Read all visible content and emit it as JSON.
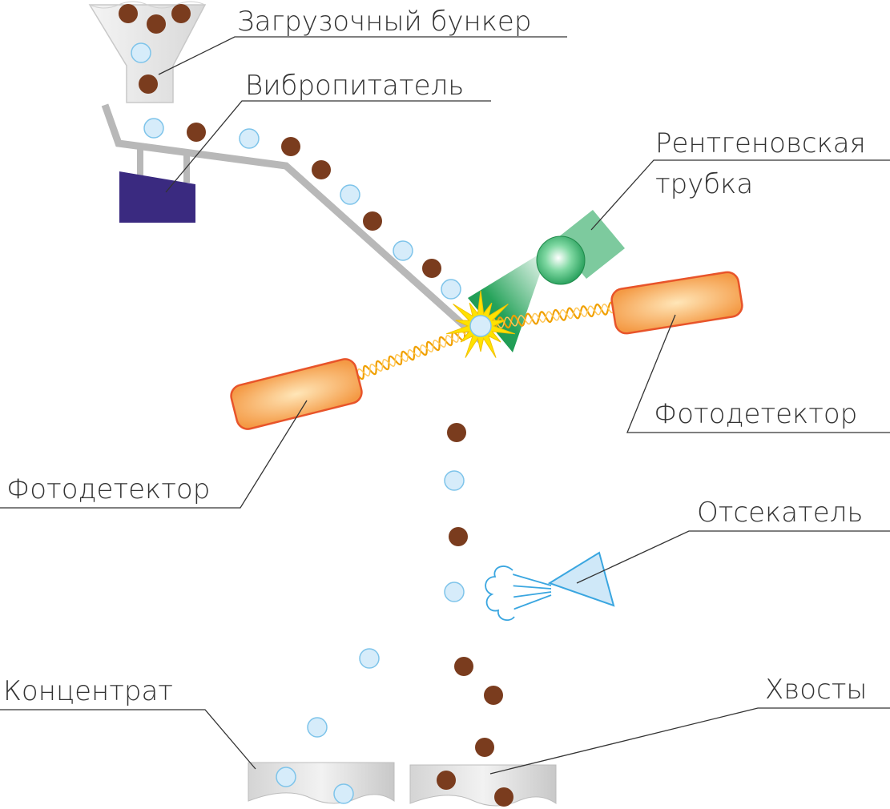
{
  "labels": {
    "hopper": "Загрузочный бункер",
    "vibrofeeder": "Вибропитатель",
    "xray_tube_line1": "Рентгеновская",
    "xray_tube_line2": "трубка",
    "photodetector_right": "Фотодетектор",
    "photodetector_left": "Фотодетектор",
    "ejector": "Отсекатель",
    "concentrate": "Концентрат",
    "tailings": "Хвосты"
  },
  "colors": {
    "ore_particle": "#7a3c1e",
    "mineral_particle": "#d6ecfa",
    "mineral_particle_stroke": "#7ec4ea",
    "hopper_fill": "#e9e9e9",
    "feeder_rail": "#b8b8b8",
    "vibrator_block": "#3a2a80",
    "xray_tube": "#6fc493",
    "xray_bulb": "#2aa85a",
    "xray_beam": "#1e9a52",
    "flash": "#ffe200",
    "photodetector_fill": "#f6a455",
    "photodetector_stroke": "#e8542a",
    "signal_wave": "#f0a000",
    "ejector_fill": "#cfe8f8",
    "ejector_stroke": "#3aa6e0",
    "bin_fill": "#e4e4e4",
    "leader_line": "#333333"
  },
  "icons": {
    "hopper": "hopper-icon",
    "feeder": "vibrofeeder-icon",
    "xray": "xray-tube-icon",
    "detector": "photodetector-icon",
    "ejector": "air-ejector-icon",
    "bin": "collection-bin-icon"
  }
}
